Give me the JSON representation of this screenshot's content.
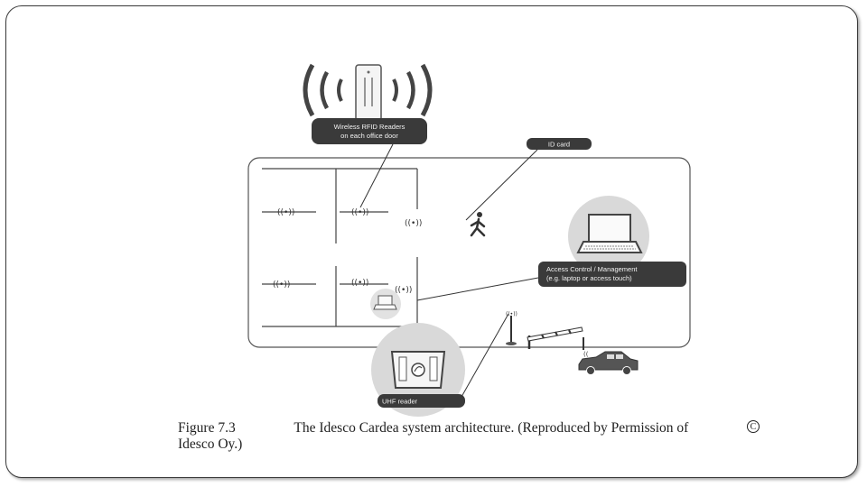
{
  "labels": {
    "rfid_readers_line1": "Wireless RFID Readers",
    "rfid_readers_line2": "on each office door",
    "id_card": "ID card",
    "access_control_line1": "Access Control / Management",
    "access_control_line2": "(e.g. laptop or access touch)",
    "uhf_reader": "UHF reader"
  },
  "caption": {
    "figure": "Figure 7.3",
    "text_line1": "The Idesco Cardea system architecture. (Reproduced by Permission of",
    "copyright_symbol": "C",
    "text_line2": "Idesco Oy.)"
  },
  "colors": {
    "label_bg": "#3a3a3a",
    "line": "#333333",
    "halo": "#d9d9d9"
  }
}
